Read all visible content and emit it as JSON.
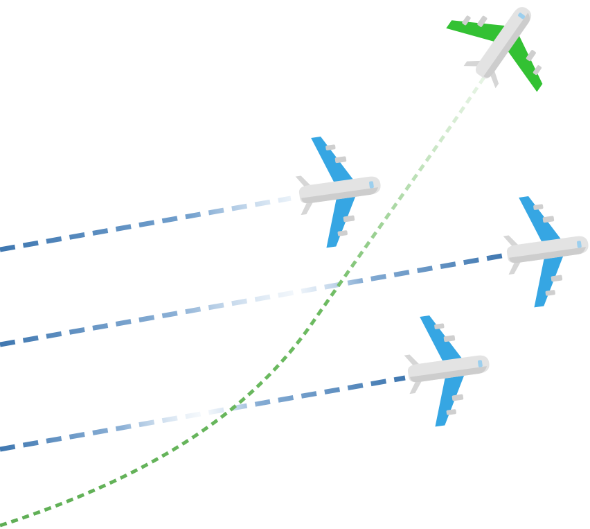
{
  "scene": {
    "background": "#ffffff",
    "colors": {
      "blue_plane": "#36a6e3",
      "green_plane": "#33c133",
      "fuselage": "#e3e3e3",
      "fuselage_shadow": "#c8c8c8",
      "engine": "#cfcfcf",
      "window": "#9ccfee",
      "blue_trail": "#4a7fb5",
      "green_trail": "#6aba5e"
    },
    "planes": [
      {
        "id": "blue-plane-1",
        "icon": "airplane-icon",
        "color": "blue"
      },
      {
        "id": "blue-plane-2",
        "icon": "airplane-icon",
        "color": "blue"
      },
      {
        "id": "blue-plane-3",
        "icon": "airplane-icon",
        "color": "blue"
      },
      {
        "id": "green-plane",
        "icon": "airplane-icon",
        "color": "green"
      }
    ],
    "trails": [
      {
        "id": "blue-trail-1",
        "style": "dashed",
        "color": "blue"
      },
      {
        "id": "blue-trail-2",
        "style": "dashed",
        "color": "blue"
      },
      {
        "id": "blue-trail-3",
        "style": "dashed",
        "color": "blue"
      },
      {
        "id": "green-trail",
        "style": "dotted-curve",
        "color": "green"
      }
    ]
  }
}
